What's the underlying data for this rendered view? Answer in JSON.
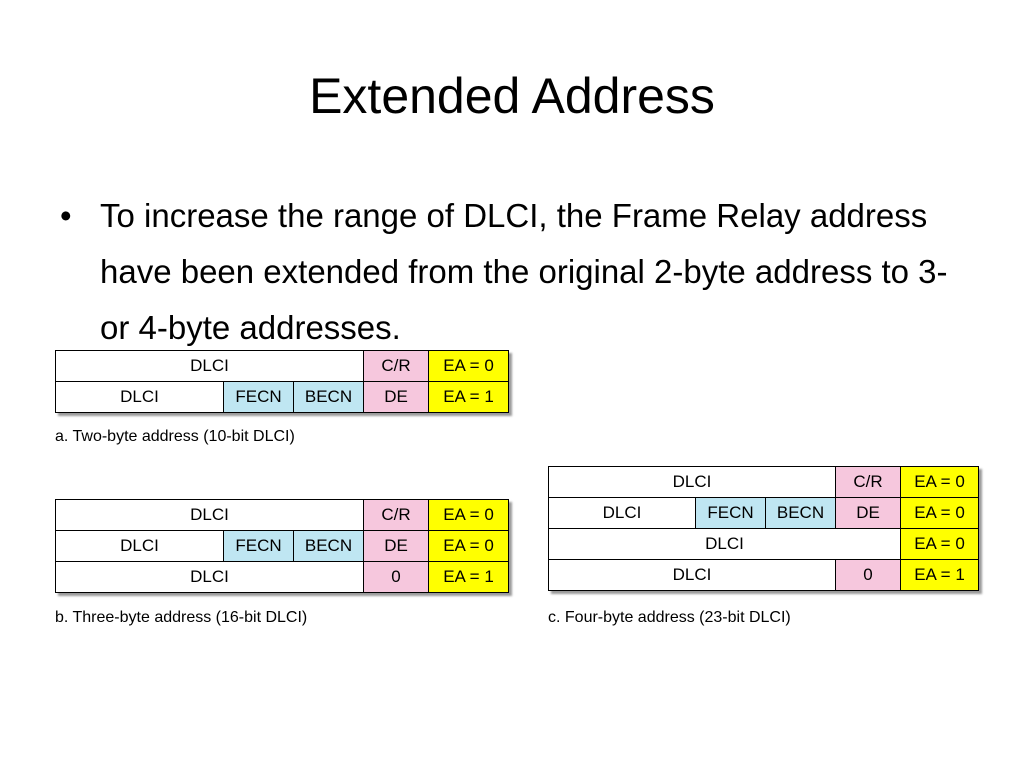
{
  "slide": {
    "title": "Extended Address",
    "bullet": "To increase the range of DLCI, the Frame Relay address have been extended from the original 2-byte address to 3- or 4-byte addresses."
  },
  "figure": {
    "a": {
      "caption": "a. Two-byte address (10-bit DLCI)",
      "row1": {
        "dlci": "DLCI",
        "cr": "C/R",
        "ea": "EA = 0"
      },
      "row2": {
        "dlci": "DLCI",
        "fecn": "FECN",
        "becn": "BECN",
        "de": "DE",
        "ea": "EA = 1"
      }
    },
    "b": {
      "caption": "b. Three-byte address (16-bit DLCI)",
      "row1": {
        "dlci": "DLCI",
        "cr": "C/R",
        "ea": "EA = 0"
      },
      "row2": {
        "dlci": "DLCI",
        "fecn": "FECN",
        "becn": "BECN",
        "de": "DE",
        "ea": "EA = 0"
      },
      "row3": {
        "dlci": "DLCI",
        "zero": "0",
        "ea": "EA = 1"
      }
    },
    "c": {
      "caption": "c. Four-byte address (23-bit DLCI)",
      "row1": {
        "dlci": "DLCI",
        "cr": "C/R",
        "ea": "EA = 0"
      },
      "row2": {
        "dlci": "DLCI",
        "fecn": "FECN",
        "becn": "BECN",
        "de": "DE",
        "ea": "EA = 0"
      },
      "row3": {
        "dlci": "DLCI",
        "ea": "EA = 0"
      },
      "row4": {
        "dlci": "DLCI",
        "zero": "0",
        "ea": "EA = 1"
      }
    },
    "colors": {
      "fecn_becn": "#bfe6f2",
      "control_bits": "#f6c7dd",
      "ea_bit": "#ffff00"
    }
  }
}
